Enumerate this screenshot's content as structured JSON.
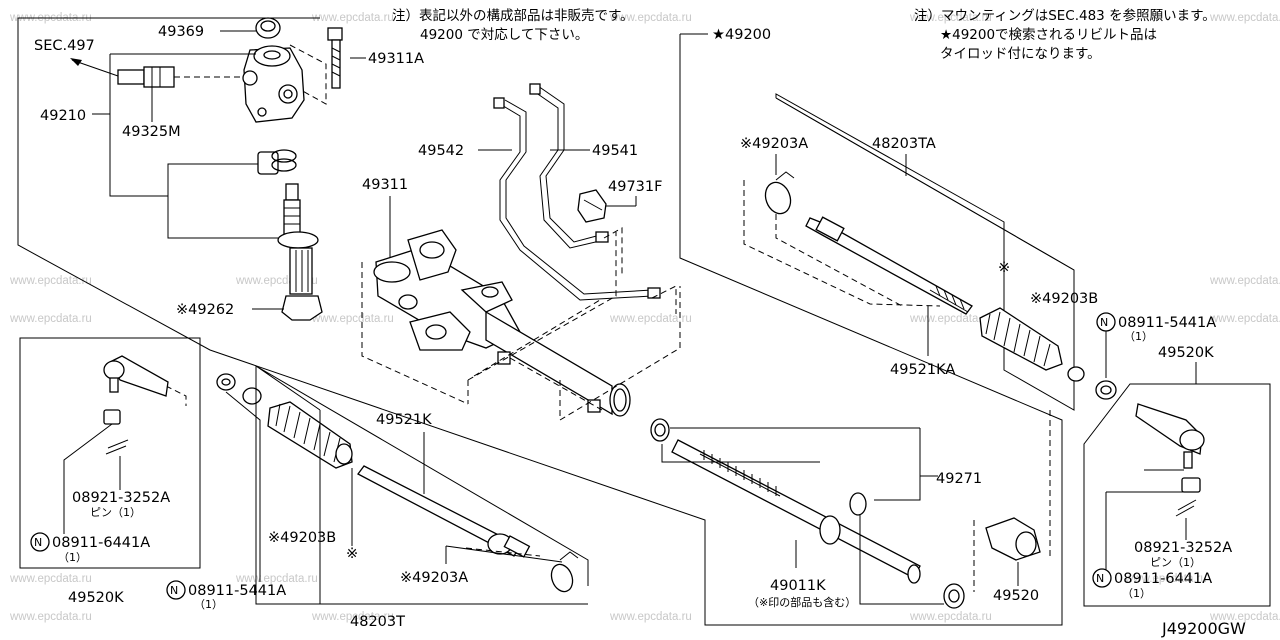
{
  "watermark": "www.epcdata.ru",
  "diagram_code": "J49200GW",
  "notes": {
    "top_center_line1": "注）表記以外の構成部品は非販売です。",
    "top_center_line2": "49200 で対応して下さい。",
    "top_right_line1": "注）マウンティングはSEC.483 を参照願います。",
    "top_right_line2": "★49200で検索されるリビルト品は",
    "top_right_line3": "タイロッド付になります。"
  },
  "labels": {
    "p49369": "49369",
    "p49311a": "49311A",
    "sec497": "SEC.497",
    "p49210": "49210",
    "p49325m": "49325M",
    "p49200": "★49200",
    "p49542": "49542",
    "p49541": "49541",
    "p49731f": "49731F",
    "p49311": "49311",
    "p49262": "※49262",
    "p49203a_top": "※49203A",
    "p48203ta": "48203TA",
    "p49203b_right": "※49203B",
    "p08911_5441a_right": "08911-5441A",
    "p08911_5441a_right_qty": "（1）",
    "p49520k_right": "49520K",
    "p49521ka": "49521KA",
    "p49271": "49271",
    "p49521k": "49521K",
    "p49203b_left": "※49203B",
    "p49203a_bottom": "※49203A",
    "p48203t": "48203T",
    "p08921_3252a_left": "08921-3252A",
    "pin_left": "ピン（1）",
    "p08911_6441a_left": "08911-6441A",
    "p08911_6441a_left_qty": "（1）",
    "p49520k_left": "49520K",
    "p08911_5441a_left": "08911-5441A",
    "p08911_5441a_left_qty": "（1）",
    "p49011k": "49011K",
    "p49011k_note": "（※印の部品も含む）",
    "p49520": "49520",
    "p08921_3252a_right": "08921-3252A",
    "pin_right": "ピン（1）",
    "p08911_6441a_right": "08911-6441A",
    "p08911_6441a_right_qty": "（1）",
    "asterisk": "※",
    "n_mark": "N"
  }
}
